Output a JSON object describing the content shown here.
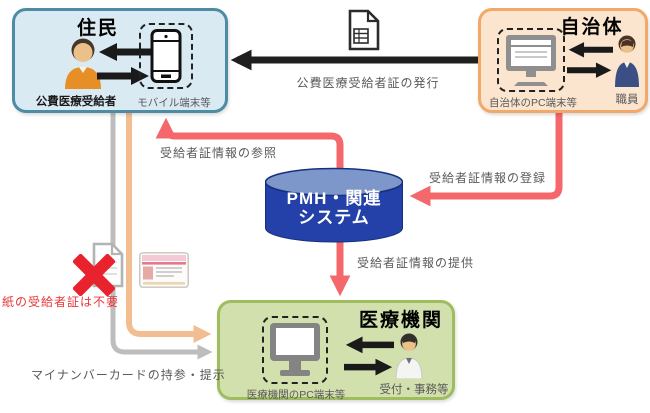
{
  "resident_box": {
    "title": "住民",
    "person_label": "公費医療受給者",
    "device_label": "モバイル端末等"
  },
  "municipality_box": {
    "title": "自治体",
    "device_label": "自治体のPC端末等",
    "person_label": "職員"
  },
  "medical_box": {
    "title": "医療機関",
    "device_label": "医療機関のPC端末等",
    "person_label": "受付・事務等"
  },
  "system": {
    "name_line1": "PMH・関連",
    "name_line2": "システム"
  },
  "flows": {
    "issue": "公費医療受給者証の発行",
    "reference": "受給者証情報の参照",
    "register": "受給者証情報の登録",
    "provide": "受給者証情報の提供",
    "mynumber": "マイナンバーカードの持参・提示",
    "no_paper": "紙の受給者証は不要"
  },
  "colors": {
    "resident_fill": "#daeaf3",
    "resident_border": "#4d8ca4",
    "municipality_fill": "#fce5cf",
    "municipality_border": "#f2a869",
    "medical_fill": "#d2e0ad",
    "medical_border": "#9fbc5e",
    "system_body": "#2341a8",
    "system_top": "#7e97cb",
    "flow_pink": "#f4686c",
    "flow_orange": "#f3bd92",
    "flow_gray": "#bdbdbd",
    "flow_black": "#1f1f1f",
    "alert_red": "#e8232d",
    "label_gray": "#595959"
  },
  "icons": {
    "resident_person": "person-icon",
    "smartphone": "smartphone-icon",
    "municipality_pc": "monitor-icon",
    "staff_person": "person-icon",
    "medical_pc": "monitor-icon",
    "clerk_person": "person-icon",
    "certificate_document": "document-icon",
    "paper_certificate": "paper-icon",
    "not_needed": "x-icon",
    "mynumber_card": "id-card-icon"
  }
}
